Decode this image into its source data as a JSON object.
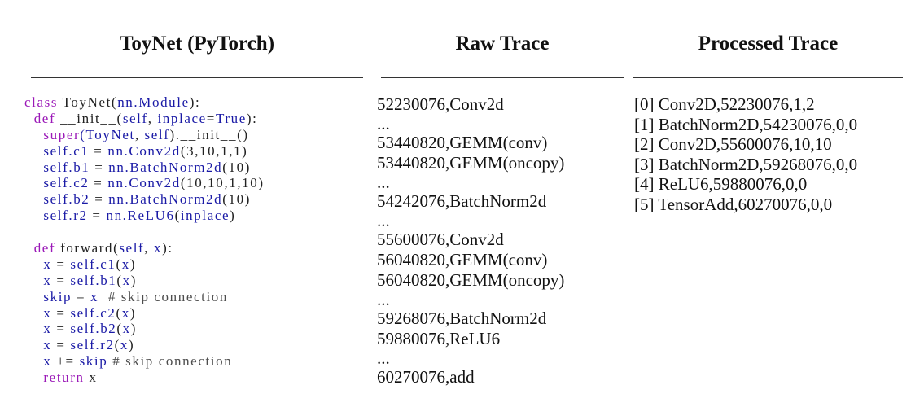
{
  "headers": {
    "col1": "ToyNet (PyTorch)",
    "col2": "Raw Trace",
    "col3": "Processed Trace"
  },
  "code": {
    "lines": [
      [
        {
          "t": "class",
          "c": "kw"
        },
        {
          "t": " ToyNet("
        },
        {
          "t": "nn.Module",
          "c": "bl"
        },
        {
          "t": "):"
        }
      ],
      [
        {
          "t": "  "
        },
        {
          "t": "def",
          "c": "kw"
        },
        {
          "t": " __init__("
        },
        {
          "t": "self",
          "c": "bl"
        },
        {
          "t": ", "
        },
        {
          "t": "inplace",
          "c": "bl"
        },
        {
          "t": "="
        },
        {
          "t": "True",
          "c": "bl"
        },
        {
          "t": "):"
        }
      ],
      [
        {
          "t": "    "
        },
        {
          "t": "super",
          "c": "kw"
        },
        {
          "t": "(",
          "c": "bl"
        },
        {
          "t": "ToyNet",
          "c": "bl"
        },
        {
          "t": ", "
        },
        {
          "t": "self",
          "c": "bl"
        },
        {
          "t": ").__init__()"
        }
      ],
      [
        {
          "t": "    "
        },
        {
          "t": "self.c1",
          "c": "bl"
        },
        {
          "t": " = "
        },
        {
          "t": "nn.Conv2d",
          "c": "bl"
        },
        {
          "t": "(3,10,1,1)"
        }
      ],
      [
        {
          "t": "    "
        },
        {
          "t": "self.b1",
          "c": "bl"
        },
        {
          "t": " = "
        },
        {
          "t": "nn.BatchNorm2d",
          "c": "bl"
        },
        {
          "t": "(10)"
        }
      ],
      [
        {
          "t": "    "
        },
        {
          "t": "self.c2",
          "c": "bl"
        },
        {
          "t": " = "
        },
        {
          "t": "nn.Conv2d",
          "c": "bl"
        },
        {
          "t": "(10,10,1,10)"
        }
      ],
      [
        {
          "t": "    "
        },
        {
          "t": "self.b2",
          "c": "bl"
        },
        {
          "t": " = "
        },
        {
          "t": "nn.BatchNorm2d",
          "c": "bl"
        },
        {
          "t": "(10)"
        }
      ],
      [
        {
          "t": "    "
        },
        {
          "t": "self.r2",
          "c": "bl"
        },
        {
          "t": " = "
        },
        {
          "t": "nn.ReLU6",
          "c": "bl"
        },
        {
          "t": "("
        },
        {
          "t": "inplace",
          "c": "bl"
        },
        {
          "t": ")"
        }
      ],
      [],
      [
        {
          "t": "  "
        },
        {
          "t": "def",
          "c": "kw"
        },
        {
          "t": " forward("
        },
        {
          "t": "self",
          "c": "bl"
        },
        {
          "t": ", "
        },
        {
          "t": "x",
          "c": "bl"
        },
        {
          "t": "):"
        }
      ],
      [
        {
          "t": "    "
        },
        {
          "t": "x",
          "c": "bl"
        },
        {
          "t": " = "
        },
        {
          "t": "self.c1",
          "c": "bl"
        },
        {
          "t": "("
        },
        {
          "t": "x",
          "c": "bl"
        },
        {
          "t": ")"
        }
      ],
      [
        {
          "t": "    "
        },
        {
          "t": "x",
          "c": "bl"
        },
        {
          "t": " = "
        },
        {
          "t": "self.b1",
          "c": "bl"
        },
        {
          "t": "("
        },
        {
          "t": "x",
          "c": "bl"
        },
        {
          "t": ")"
        }
      ],
      [
        {
          "t": "    "
        },
        {
          "t": "skip",
          "c": "bl"
        },
        {
          "t": " = "
        },
        {
          "t": "x",
          "c": "bl"
        },
        {
          "t": "  "
        },
        {
          "t": "# skip connection",
          "c": "cm"
        }
      ],
      [
        {
          "t": "    "
        },
        {
          "t": "x",
          "c": "bl"
        },
        {
          "t": " = "
        },
        {
          "t": "self.c2",
          "c": "bl"
        },
        {
          "t": "("
        },
        {
          "t": "x",
          "c": "bl"
        },
        {
          "t": ")"
        }
      ],
      [
        {
          "t": "    "
        },
        {
          "t": "x",
          "c": "bl"
        },
        {
          "t": " = "
        },
        {
          "t": "self.b2",
          "c": "bl"
        },
        {
          "t": "("
        },
        {
          "t": "x",
          "c": "bl"
        },
        {
          "t": ")"
        }
      ],
      [
        {
          "t": "    "
        },
        {
          "t": "x",
          "c": "bl"
        },
        {
          "t": " = "
        },
        {
          "t": "self.r2",
          "c": "bl"
        },
        {
          "t": "("
        },
        {
          "t": "x",
          "c": "bl"
        },
        {
          "t": ")"
        }
      ],
      [
        {
          "t": "    "
        },
        {
          "t": "x",
          "c": "bl"
        },
        {
          "t": " += "
        },
        {
          "t": "skip",
          "c": "bl"
        },
        {
          "t": " "
        },
        {
          "t": "# skip connection",
          "c": "cm"
        }
      ],
      [
        {
          "t": "    "
        },
        {
          "t": "return",
          "c": "kw"
        },
        {
          "t": " x"
        }
      ]
    ]
  },
  "raw_trace": [
    "52230076,Conv2d",
    "...",
    "53440820,GEMM(conv)",
    "53440820,GEMM(oncopy)",
    "...",
    "54242076,BatchNorm2d",
    "...",
    "55600076,Conv2d",
    "56040820,GEMM(conv)",
    "56040820,GEMM(oncopy)",
    "...",
    "59268076,BatchNorm2d",
    "59880076,ReLU6",
    "...",
    "60270076,add"
  ],
  "processed_trace": [
    "[0] Conv2D,52230076,1,2",
    "[1] BatchNorm2D,54230076,0,0",
    "[2] Conv2D,55600076,10,10",
    "[3] BatchNorm2D,59268076,0,0",
    "[4] ReLU6,59880076,0,0",
    "[5] TensorAdd,60270076,0,0"
  ],
  "colors": {
    "keyword": "#9b19b8",
    "builtin": "#1a1aa6",
    "comment": "#4d4d4d",
    "text": "#111111"
  }
}
